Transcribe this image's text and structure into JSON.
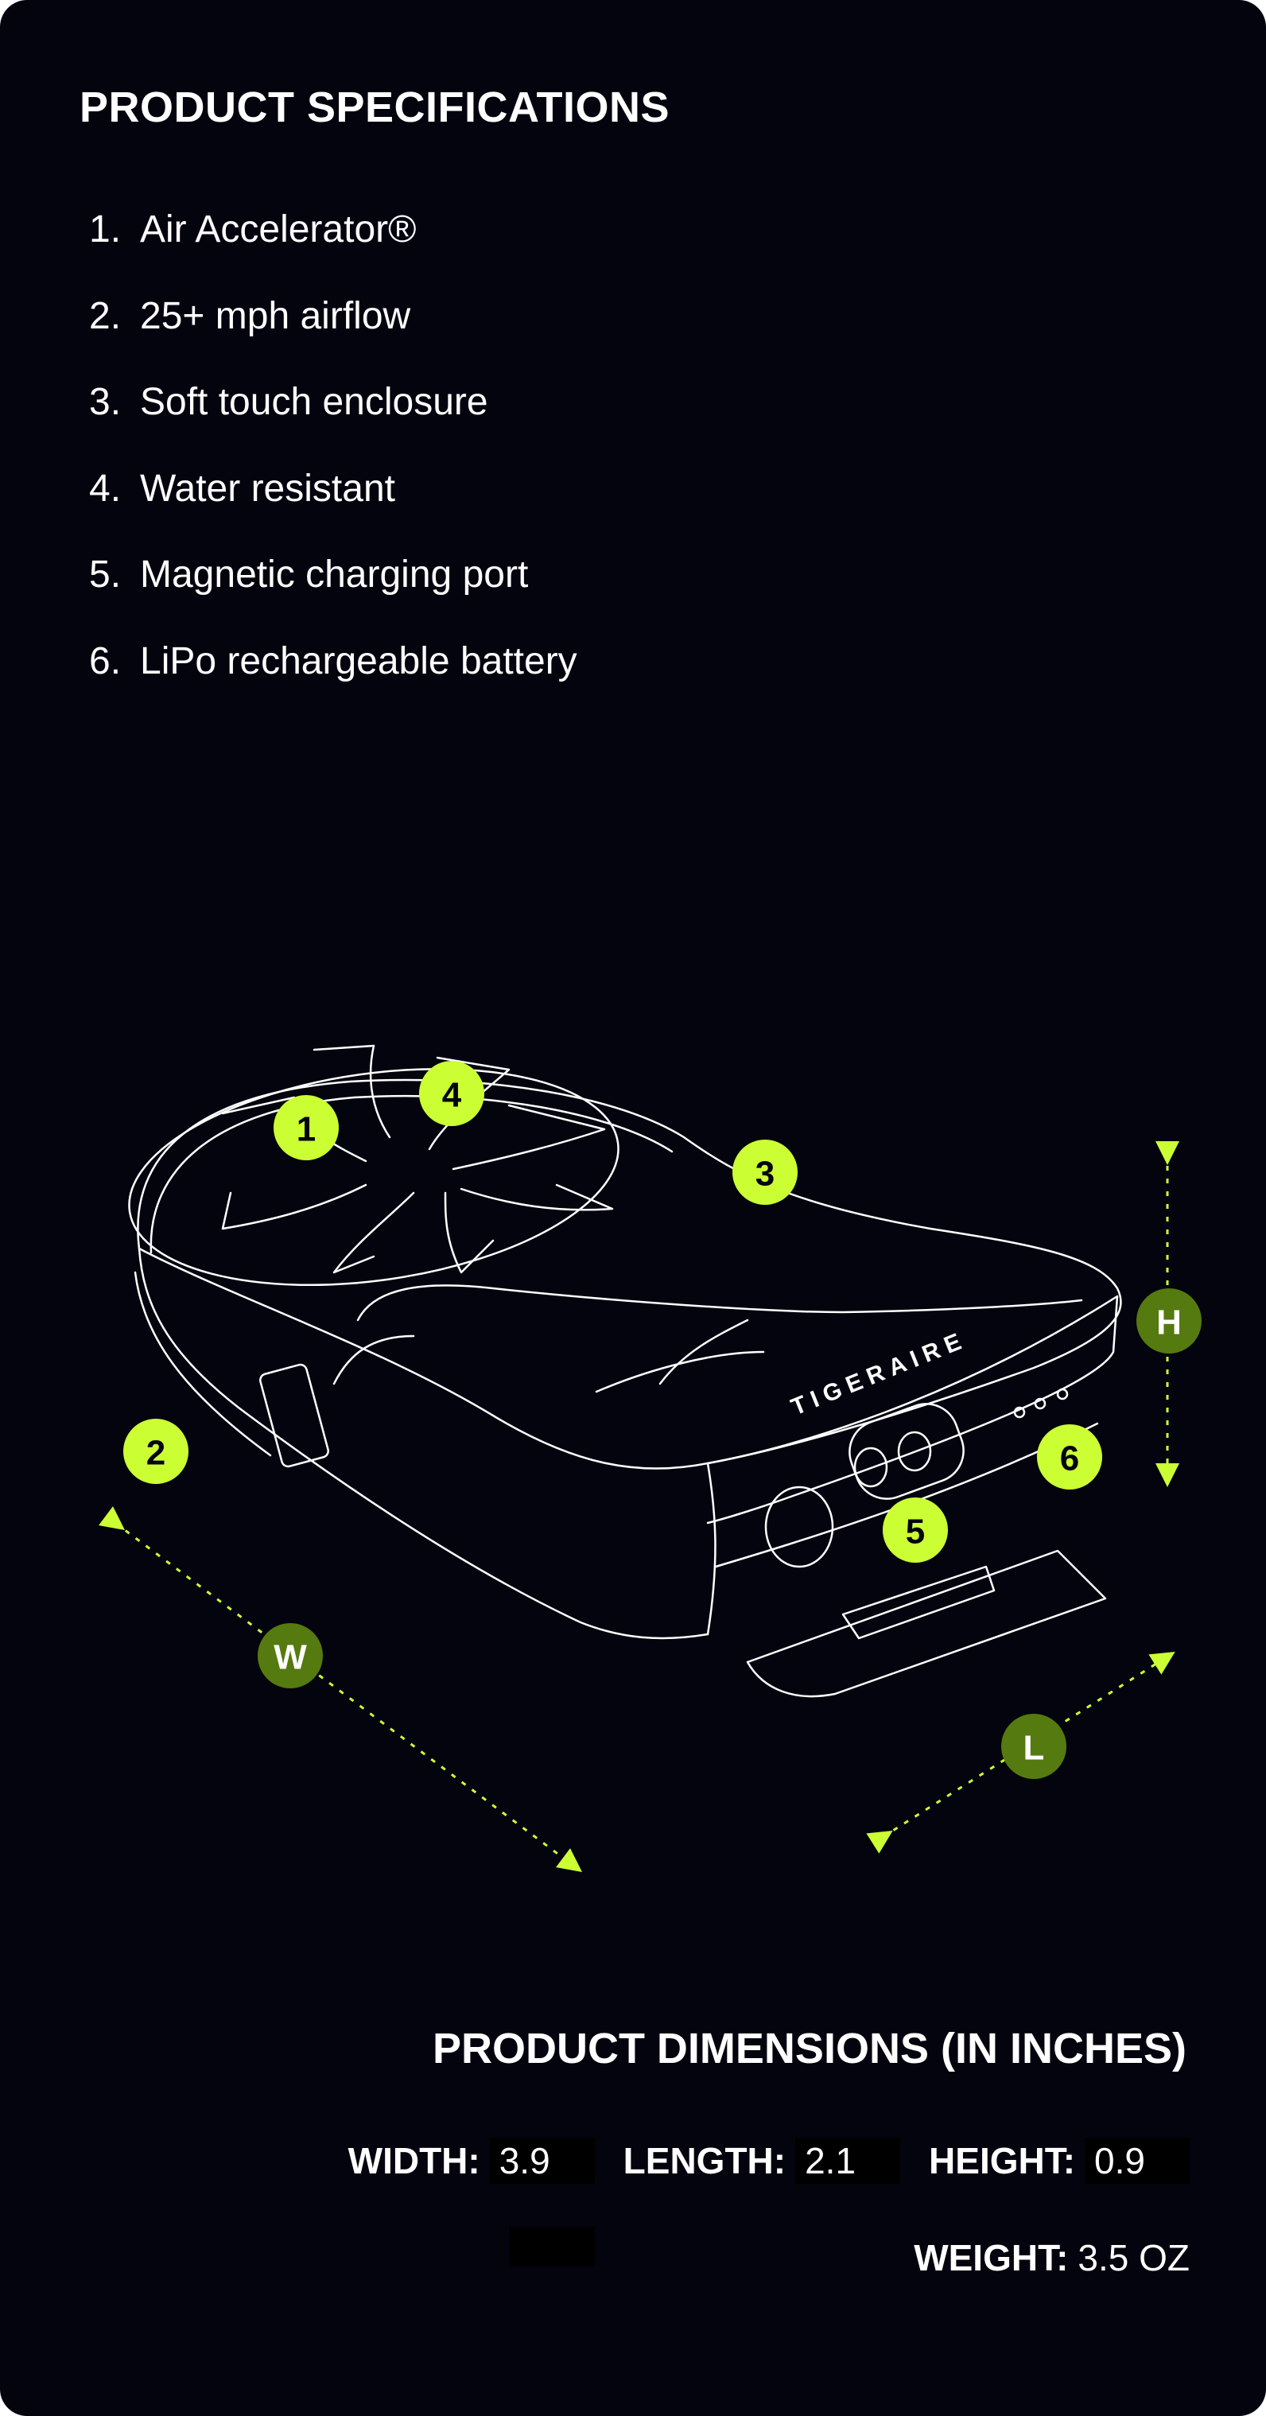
{
  "title": "PRODUCT SPECIFICATIONS",
  "specs": [
    {
      "num": "1.",
      "label": "Air Accelerator®"
    },
    {
      "num": "2.",
      "label": "25+ mph airflow"
    },
    {
      "num": "3.",
      "label": "Soft touch enclosure"
    },
    {
      "num": "4.",
      "label": "Water resistant"
    },
    {
      "num": "5.",
      "label": "Magnetic charging port"
    },
    {
      "num": "6.",
      "label": "LiPo rechargeable battery"
    }
  ],
  "diagram": {
    "brand_logo_text": "TIGERAIRE",
    "callouts": [
      "1",
      "2",
      "3",
      "4",
      "5",
      "6"
    ],
    "dimension_markers": [
      "W",
      "L",
      "H"
    ],
    "colors": {
      "callout": "#ccff33",
      "dimension_marker": "#557a0f",
      "arrow": "#ccff33",
      "line": "#ffffff"
    }
  },
  "dimensions": {
    "title_bold": "PRODUCT DIMENSIONS",
    "title_light": "(IN INCHES)",
    "width_label": "WIDTH:",
    "width_value": "3.9",
    "length_label": "LENGTH:",
    "length_value": "2.1",
    "height_label": "HEIGHT:",
    "height_value": "0.9",
    "weight_label": "WEIGHT:",
    "weight_value": "3.5 OZ"
  }
}
